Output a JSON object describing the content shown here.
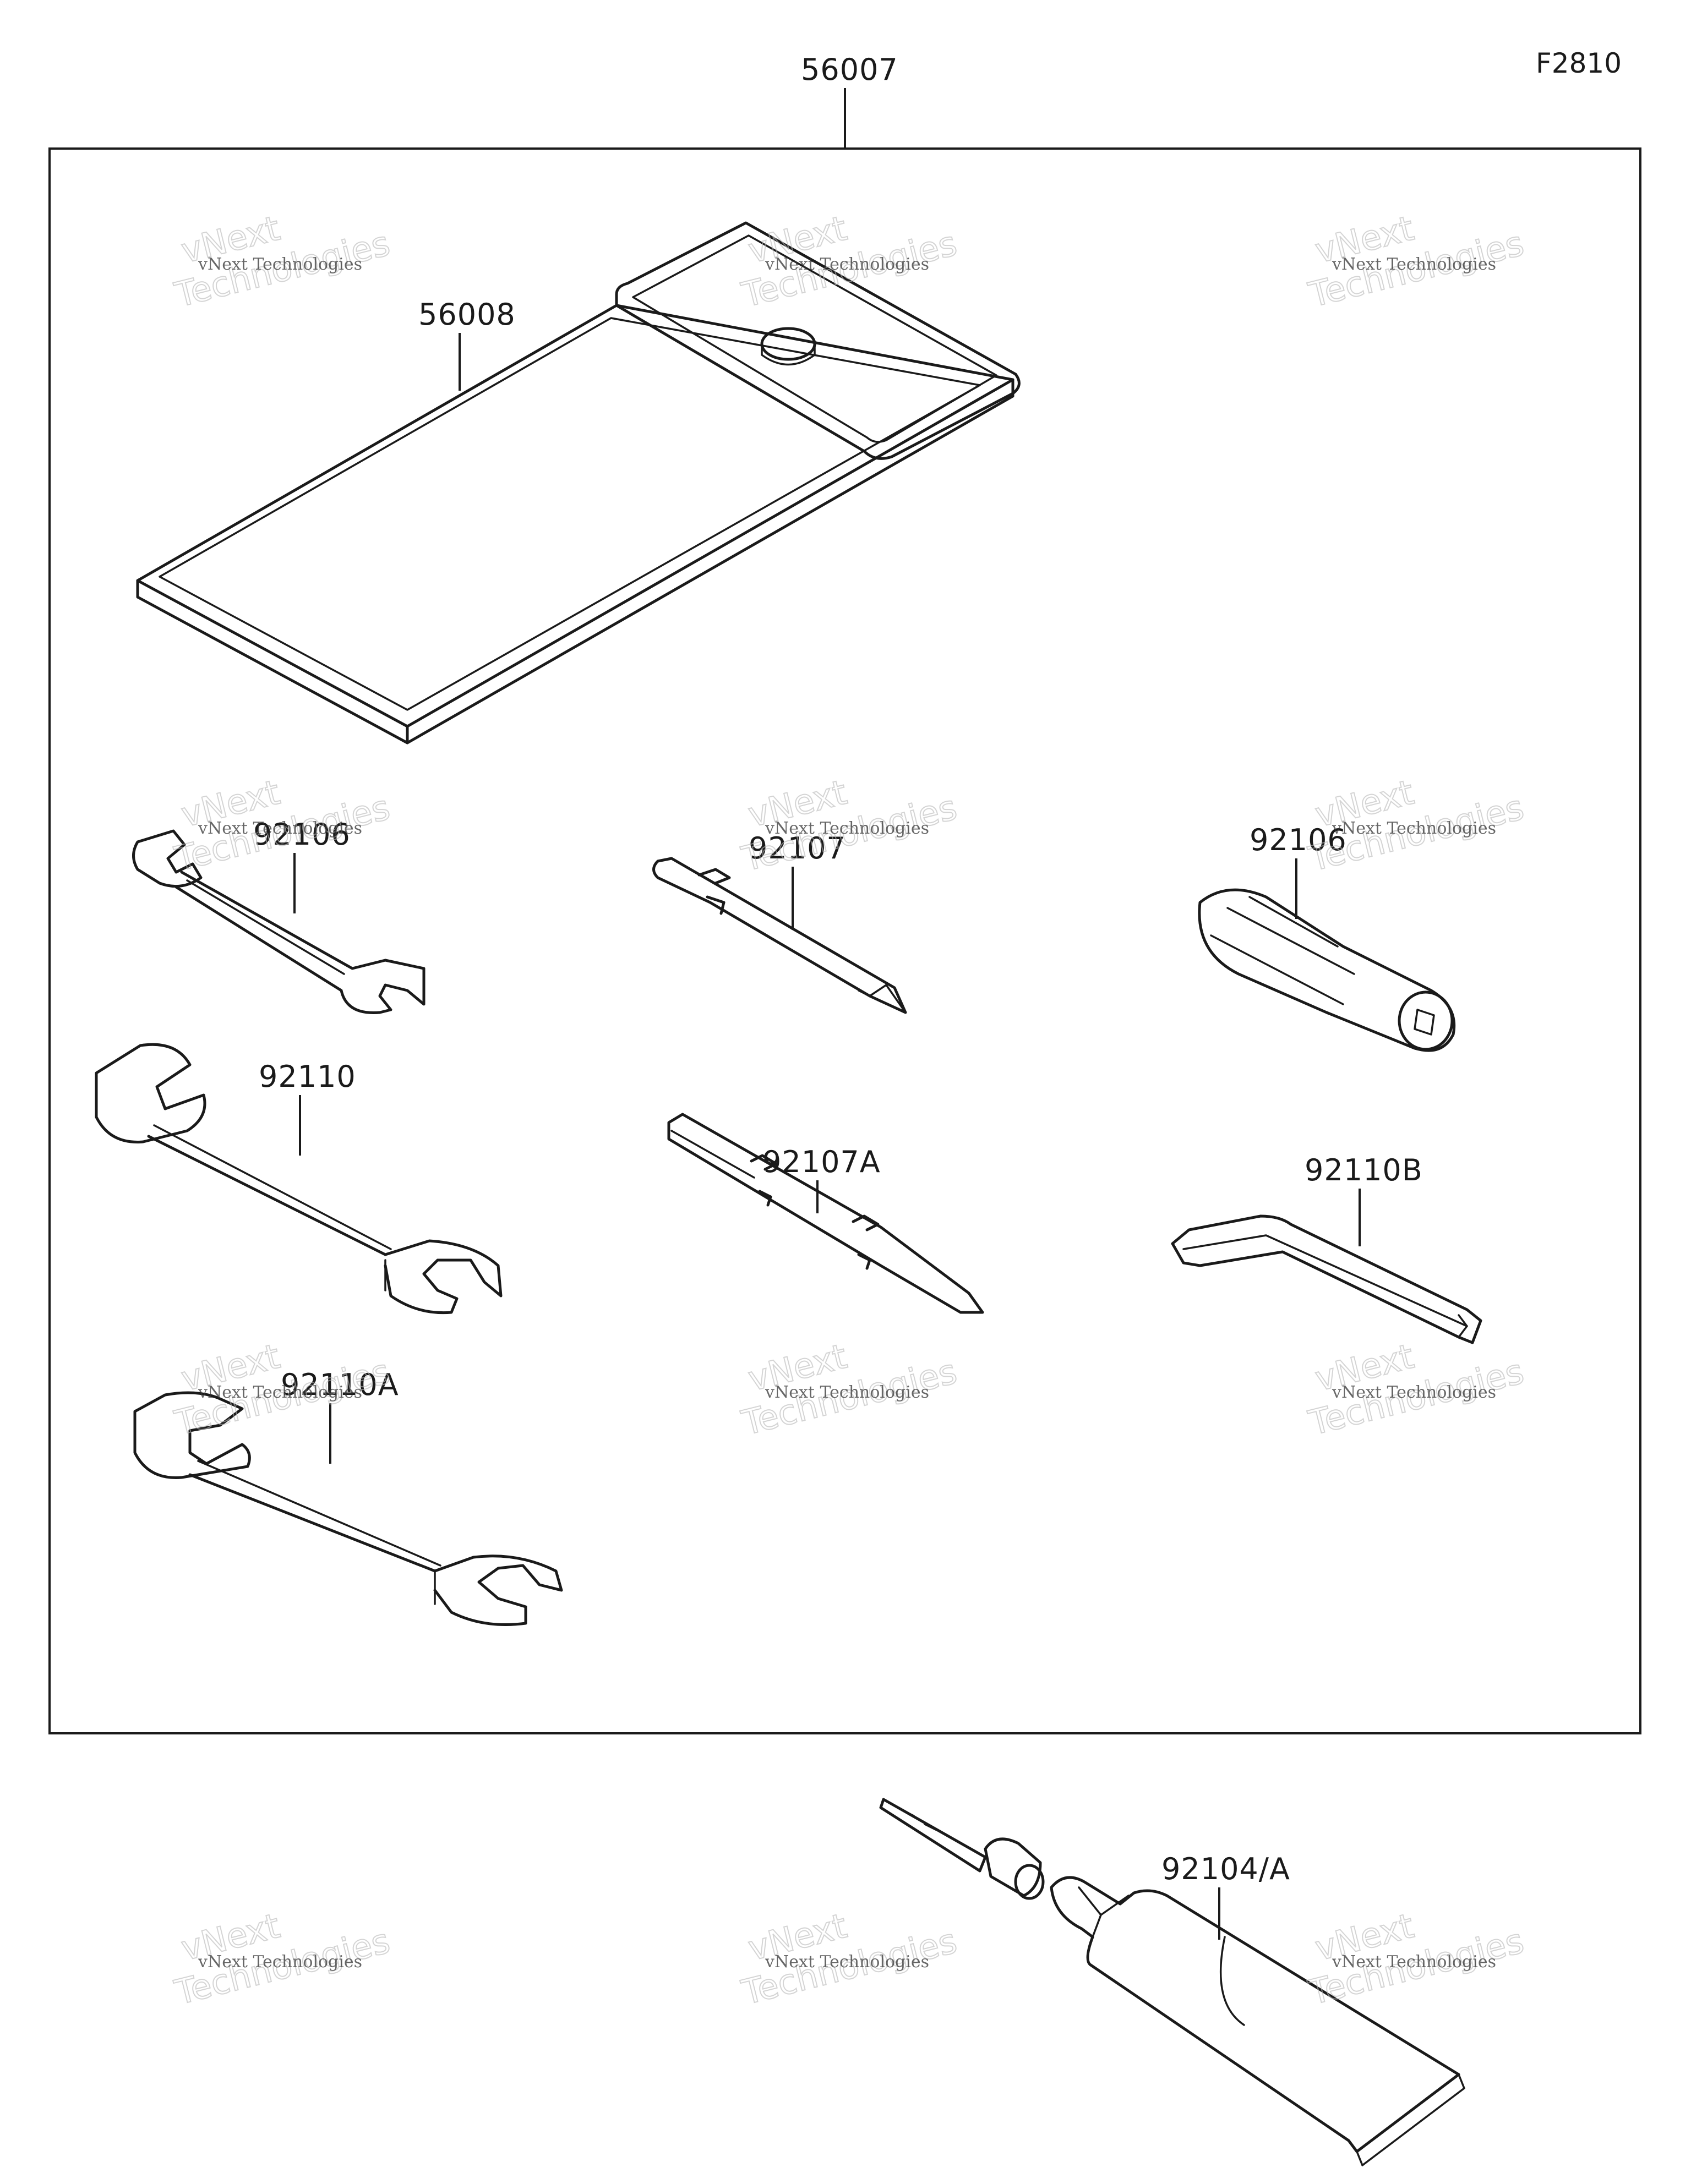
{
  "figure_code": "F2810",
  "assembly": {
    "part_number": "56007"
  },
  "parts": [
    {
      "id": "56008"
    },
    {
      "id": "92106"
    },
    {
      "id": "92107"
    },
    {
      "id": "92106"
    },
    {
      "id": "92110"
    },
    {
      "id": "92107A"
    },
    {
      "id": "92110B"
    },
    {
      "id": "92110A"
    },
    {
      "id": "92104/A"
    }
  ],
  "watermark": {
    "line1": "vNext Technologies",
    "line2": "vNext",
    "line3": "Technologies"
  }
}
